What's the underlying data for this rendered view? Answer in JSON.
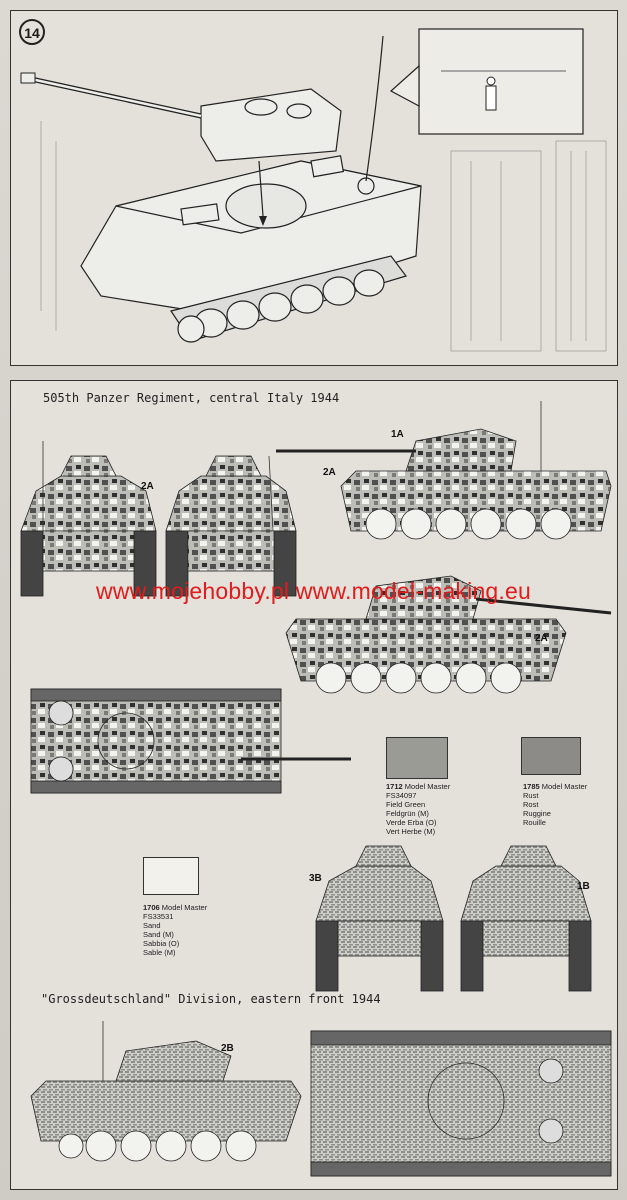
{
  "step": {
    "number": "14"
  },
  "scheme1": {
    "title": "505th Panzer Regiment, central Italy 1944",
    "callouts": {
      "front_2a": "2A",
      "turret_1a": "1A",
      "side_2a": "2A",
      "side2_2a": "2A"
    }
  },
  "watermark": "www.mojehobby.pl www.model-making.eu",
  "colors": [
    {
      "code": "1712",
      "brand": "Model Master",
      "lines": [
        "FS34097",
        "Field Green",
        "Feldgrün (M)",
        "Verde Erba (O)",
        "Vert Herbe (M)"
      ],
      "swatch": "#9b9b96"
    },
    {
      "code": "1785",
      "brand": "Model Master",
      "lines": [
        "Rust",
        "Rost",
        "Ruggine",
        "Rouille"
      ],
      "swatch": "#8d8b87"
    },
    {
      "code": "1706",
      "brand": "Model Master",
      "lines": [
        "FS33531",
        "Sand",
        "Sand (M)",
        "Sabbia (O)",
        "Sable (M)"
      ],
      "swatch": "#f3f1ec"
    }
  ],
  "scheme2": {
    "title": "\"Grossdeutschland\" Division, eastern front 1944",
    "callouts": {
      "front_3b": "3B",
      "rear_1b": "1B",
      "side_2b": "2B"
    }
  },
  "palette": {
    "ink": "#222222",
    "paper": "#e4e1db",
    "watermark": "#e21b1b"
  }
}
